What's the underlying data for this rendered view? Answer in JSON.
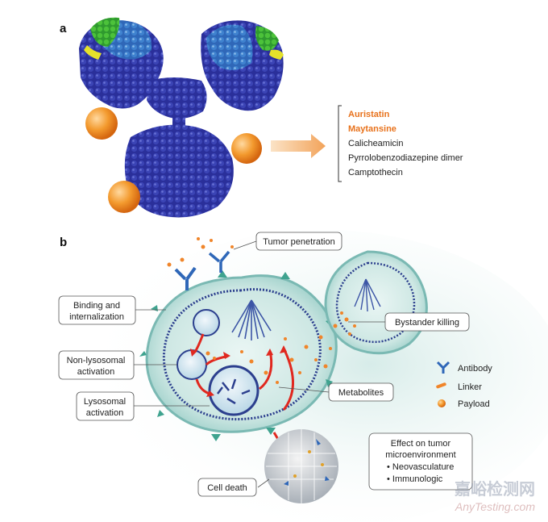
{
  "panel_a": {
    "label": "a",
    "payload_list": [
      "Auristatin",
      "Maytansine",
      "Calicheamicin",
      "Pyrrolobenzodiazepine dimer",
      "Camptothecin"
    ],
    "highlight_count": 2
  },
  "panel_b": {
    "label": "b",
    "callouts": {
      "tumor_penetration": "Tumor penetration",
      "binding_line1": "Binding and",
      "binding_line2": "internalization",
      "nonlys_line1": "Non-lysosomal",
      "nonlys_line2": "activation",
      "lys_line1": "Lysosomal",
      "lys_line2": "activation",
      "metabolites": "Metabolites",
      "bystander": "Bystander killing",
      "cell_death": "Cell death"
    },
    "legend": {
      "antibody": "Antibody",
      "linker": "Linker",
      "payload": "Payload"
    },
    "effect_box": {
      "title_line1": "Effect on tumor",
      "title_line2": "microenvironment",
      "items": [
        "• Neovasculature",
        "• Immunologic"
      ]
    }
  },
  "watermark": {
    "cn": "嘉峪检测网",
    "en": "AnyTesting.com"
  },
  "colors": {
    "antibody_dark": "#2a2f9a",
    "antibody_mid": "#2f67b8",
    "accent_orange": "#e8721c",
    "cell_fill": "#cfe8e4",
    "cell_edge": "#7ab9b3",
    "membrane": "#2c3f8e",
    "text_dark": "#222222"
  }
}
